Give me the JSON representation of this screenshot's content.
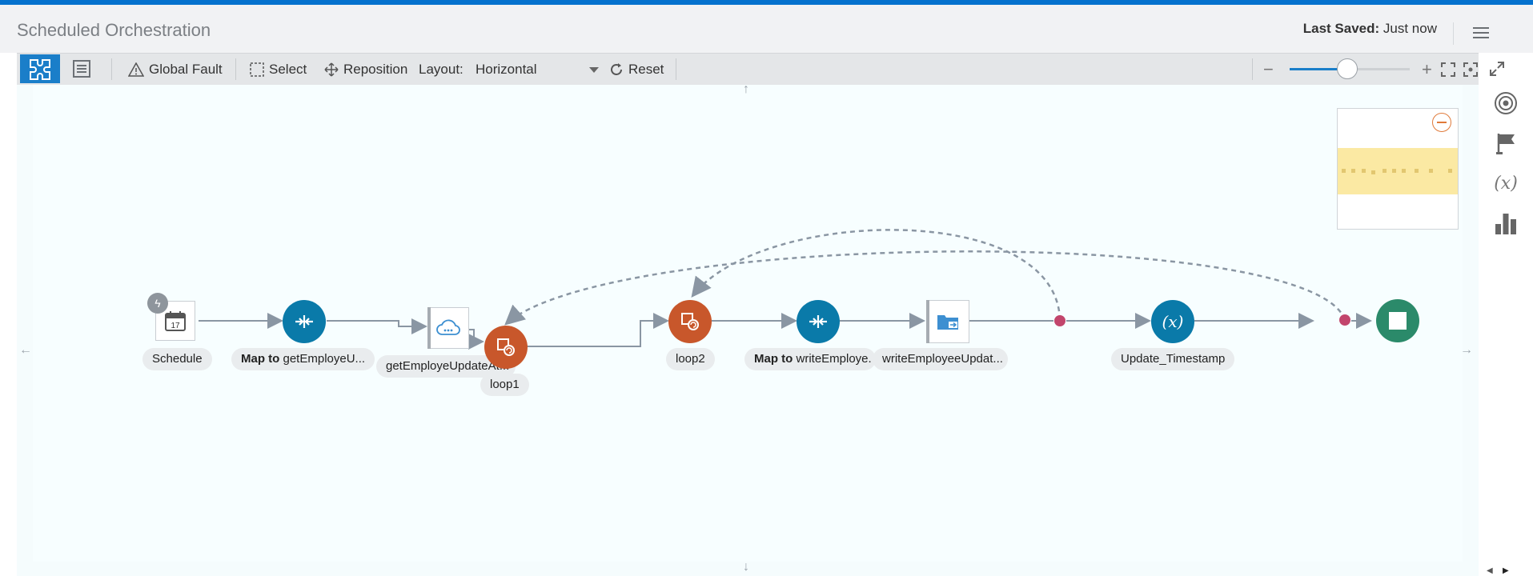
{
  "header": {
    "title": "Scheduled Orchestration",
    "last_saved_label": "Last Saved:",
    "last_saved_value": "Just now"
  },
  "toolbar": {
    "global_fault": "Global Fault",
    "select": "Select",
    "reposition": "Reposition",
    "layout_label": "Layout:",
    "layout_value": "Horizontal",
    "reset": "Reset",
    "zoom_level_percent": 48
  },
  "canvas": {
    "arrows": {
      "up": "↑",
      "down": "↓",
      "left": "←",
      "right": "→"
    },
    "nodes": {
      "schedule": {
        "label": "Schedule",
        "icon": "calendar-icon",
        "day": "17"
      },
      "map1": {
        "label_bold": "Map to",
        "label_rest": "getEmployeU..."
      },
      "invoke1": {
        "label": "getEmployeUpdateAt..."
      },
      "loop1": {
        "label": "loop1"
      },
      "loop2": {
        "label": "loop2"
      },
      "map2": {
        "label_bold": "Map to",
        "label_rest": "writeEmploye."
      },
      "invoke2": {
        "label": "writeEmployeeUpdat..."
      },
      "assign": {
        "label": "Update_Timestamp",
        "symbol": "(x)"
      }
    }
  },
  "colors": {
    "brand_blue": "#0572ce",
    "map_node": "#0a7aa9",
    "loop_node": "#c8572b",
    "end_node": "#2b8a6a",
    "joint": "#c2456c",
    "minimap_band": "#fbe9a3"
  },
  "right_rail": {
    "icons": [
      "target-icon",
      "flag-icon",
      "variable-icon",
      "bar-chart-icon"
    ],
    "variable_symbol": "(x)"
  }
}
